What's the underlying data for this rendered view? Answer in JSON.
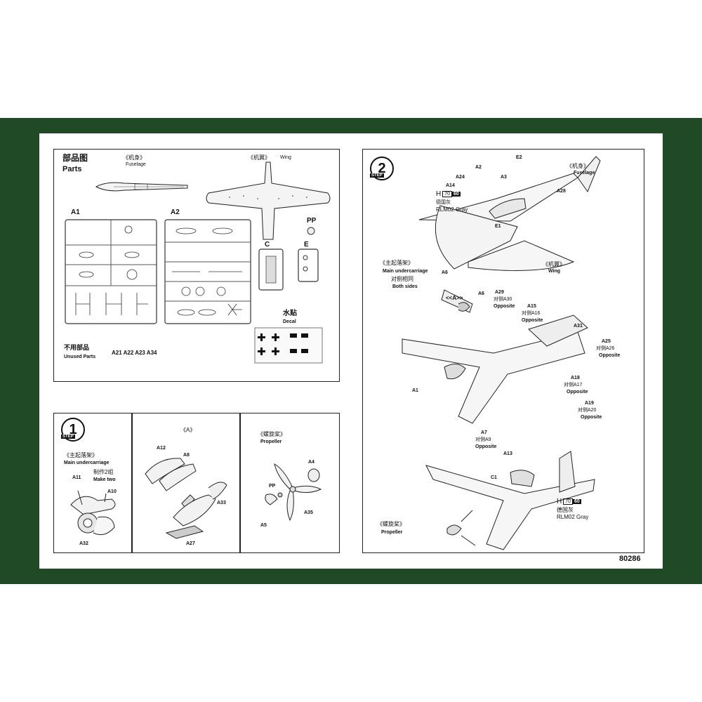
{
  "parts_panel": {
    "title_cn": "部品图",
    "title_en": "Parts",
    "fuselage_cn": "《机身》",
    "fuselage_en": "Fuselage",
    "wing_cn": "《机翼》",
    "wing_en": "Wing",
    "sprue_a1": "A1",
    "sprue_a2": "A2",
    "part_pp": "PP",
    "sprue_c": "C",
    "sprue_e": "E",
    "decal_cn": "水贴",
    "decal_en": "Decal",
    "unused_cn": "不用部品",
    "unused_en": "Unused Parts",
    "unused_list": "A21 A22 A23 A34"
  },
  "step1": {
    "number": "1",
    "word": "STEP",
    "title_cn": "《主起落架》",
    "title_en": "Main undercarriage",
    "make_cn": "制作2组",
    "make_en": "Make two",
    "parts": [
      "A11",
      "A10",
      "A32"
    ]
  },
  "subA": {
    "title": "《A》",
    "parts": [
      "A12",
      "A8",
      "A33",
      "A27"
    ]
  },
  "propeller": {
    "title_cn": "《螺旋桨》",
    "title_en": "Propeller",
    "parts": [
      "A4",
      "PP",
      "A5",
      "A35"
    ]
  },
  "step2": {
    "number": "2",
    "word": "STEP",
    "fuselage_cn": "《机身》",
    "fuselage_en": "Fuselage",
    "wing_cn": "《机翼》",
    "wing_en": "Wing",
    "main_uc_cn": "《主起落架》",
    "main_uc_en": "Main undercarriage",
    "both_cn": "对侧相同",
    "both_en": "Both sides",
    "sub_a": "<<A>>",
    "propeller_cn": "《螺旋桨》",
    "propeller_en": "Propeller",
    "parts": {
      "a2": "A2",
      "e2": "E2",
      "a24": "A24",
      "a3": "A3",
      "a14": "A14",
      "a28": "A28",
      "e1": "E1",
      "a6a": "A6",
      "a6b": "A6",
      "a29": "A29",
      "a30": "对侧A30",
      "a15": "A15",
      "a16": "对侧A16",
      "a31": "A31",
      "a25": "A25",
      "a26": "对侧A26",
      "a18": "A18",
      "a17": "对侧A17",
      "a19": "A19",
      "a20": "对侧A20",
      "a1": "A1",
      "a7": "A7",
      "a9": "对侧A9",
      "a13": "A13",
      "c1": "C1"
    },
    "opposite": "Opposite",
    "paint1": {
      "letter": "H",
      "code1": "70",
      "code2": "60",
      "name_cn": "德国灰",
      "name_en": "RLM02 Gray"
    },
    "paint2": {
      "letter": "H",
      "code1": "70",
      "code2": "60",
      "name_cn": "德国灰",
      "name_en": "RLM02 Gray"
    }
  },
  "kit_number": "80286",
  "colors": {
    "band": "#1f4a25",
    "ink": "#111111"
  }
}
